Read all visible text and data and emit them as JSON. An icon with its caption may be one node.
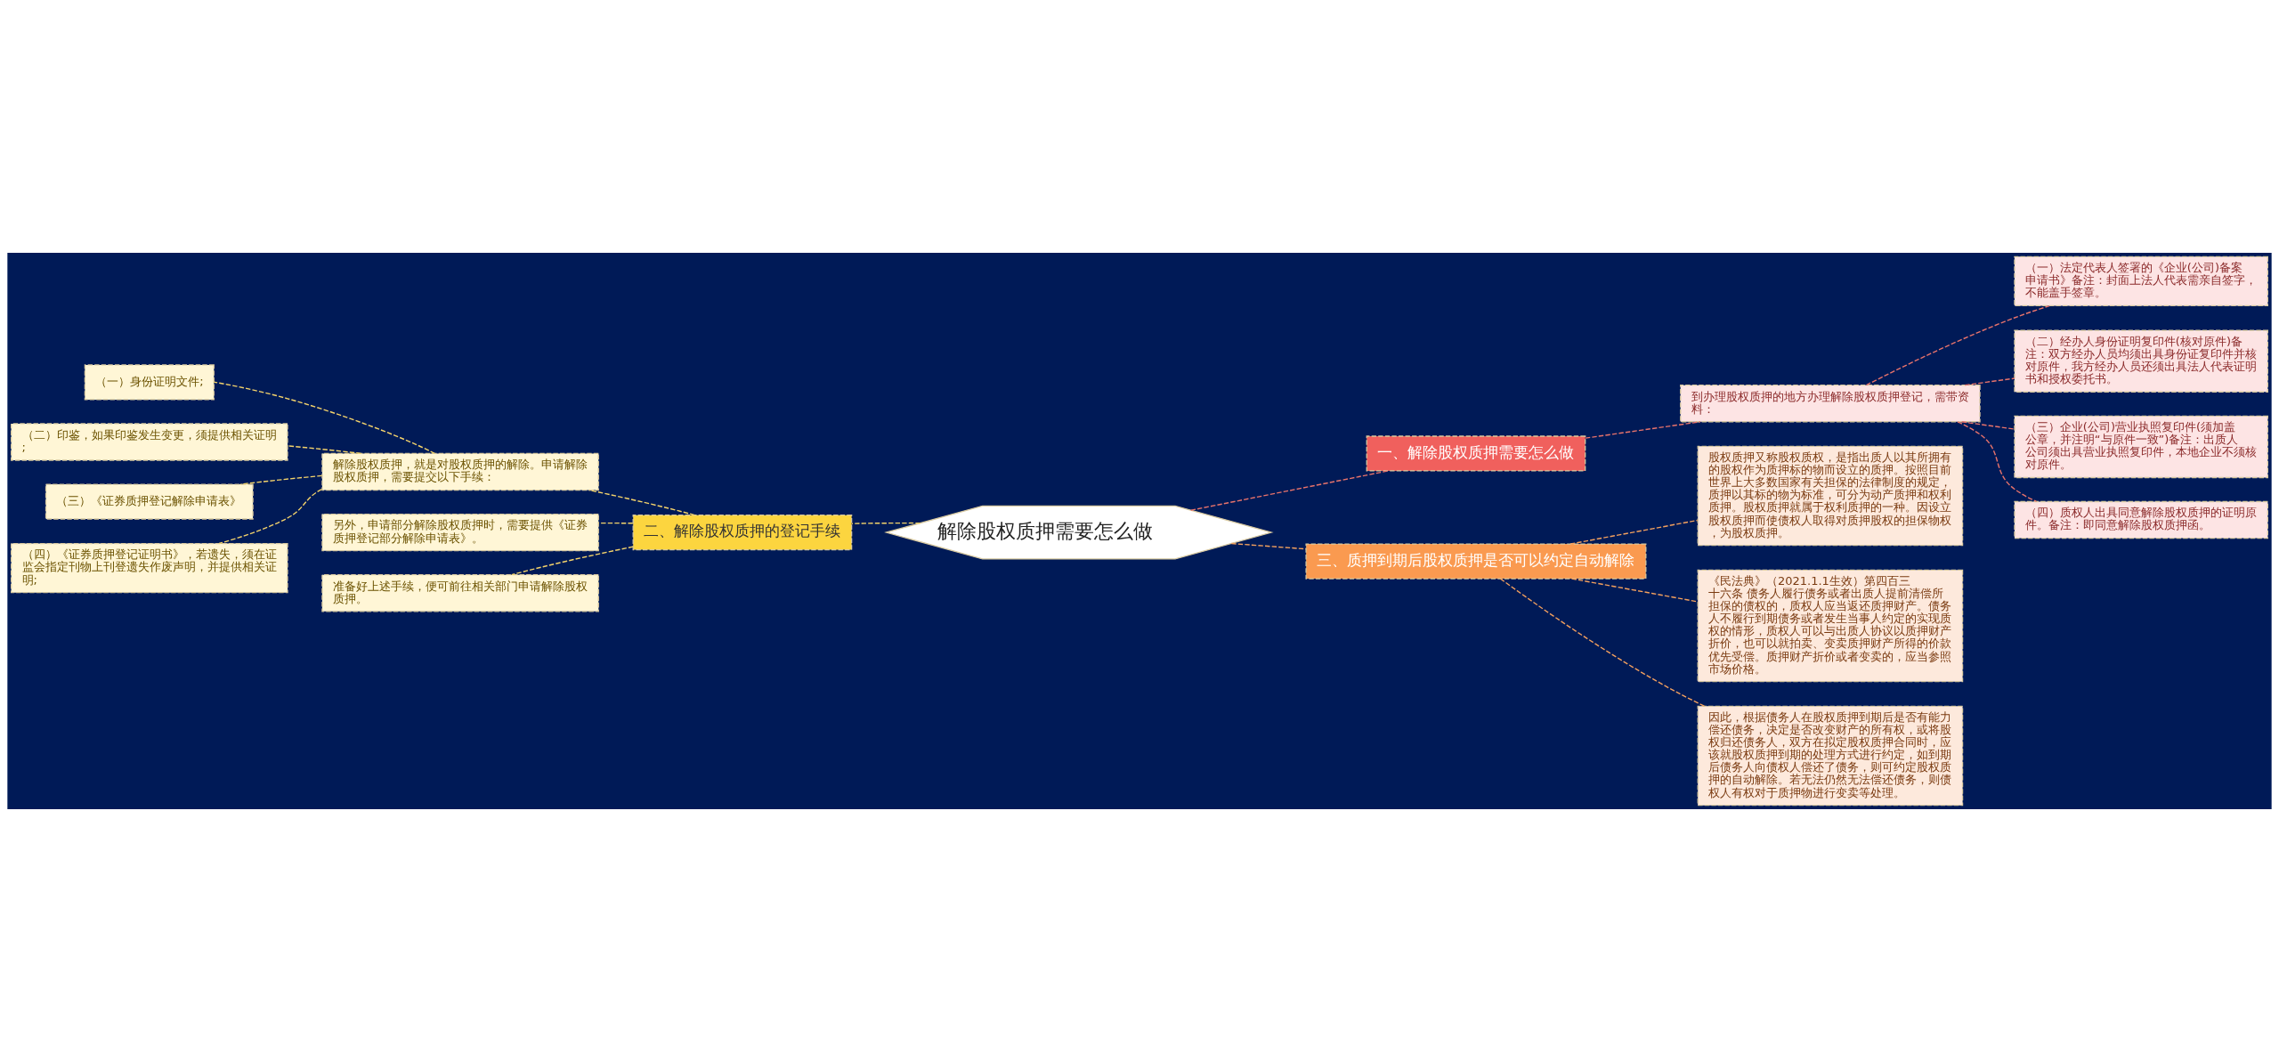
{
  "diagram": {
    "nodes": [
      {
        "text": [
          "解除股权质押需要怎么做"
        ]
      },
      {
        "text": [
          "一、解除股权质押需要怎么做"
        ]
      },
      {
        "text": [
          "到办理股权质押的地方办理解除股权质押登记，需带资料："
        ]
      },
      {
        "text": [
          "（一）法定代表人签署的《企业(公司)备案申请书》备注：封面上法人代表需亲自签字，不能盖手签章。"
        ]
      },
      {
        "text": [
          "（二）经办人身份证明复印件(核对原件)备注：双方经办人员均须出具身份证复印件并核对原件，我方经办人员还须出具法人代表证明书和授权委托书。"
        ]
      },
      {
        "text": [
          "（三）企业(公司)营业执照复印件(须加盖公章，并注明“与原件一致”)备注：出质人公司须出具营业执照复印件，本地企业不须核对原件。"
        ]
      },
      {
        "text": [
          "（四）质权人出具同意解除股权质押的证明原件。备注：即同意解除股权质押函。"
        ]
      },
      {
        "text": [
          "二、解除股权质押的登记手续"
        ]
      },
      {
        "text": [
          "解除股权质押，就是对股权质押的解除。申请解除股权质押，需要提交以下手续："
        ]
      },
      {
        "text": [
          "（一）身份证明文件;"
        ]
      },
      {
        "text": [
          "（二）印鉴，如果印鉴发生变更，须提供相关证明;"
        ]
      },
      {
        "text": [
          "（三）《证券质押登记解除申请表》"
        ]
      },
      {
        "text": [
          "（四）《证券质押登记证明书》，若遗失，须在证监会指定刊物上刊登遗失作废声明，并提供相关证明;"
        ]
      },
      {
        "text": [
          "另外，申请部分解除股权质押时，需要提供《证券质押登记部分解除申请表》。"
        ]
      },
      {
        "text": [
          "准备好上述手续，便可前往相关部门申请解除股权质押。"
        ]
      },
      {
        "text": [
          "三、质押到期后股权质押是否可以约定自动解除"
        ]
      },
      {
        "text": [
          "股权质押又称股权质权，是指出质人以其所拥有的股权作为质押标的物而设立的质押。按照目前世界上大多数国家有关担保的法律制度的规定，质押以其标的物为标准，可分为动产质押和权利质押。股权质押就属于权利质押的一种。因设立股权质押而使债权人取得对质押股权的担保物权，为股权质押。"
        ]
      },
      {
        "text": [
          "《民法典》（2021.1.1生效）第四百三十六条 债务人履行债务或者出质人提前清偿所担保的债权的，质权人应当返还质押财产。债务人不履行到期债务或者发生当事人约定的实现质权的情形，质权人可以与出质人协议以质押财产折价，也可以就拍卖、变卖质押财产所得的价款优先受偿。质押财产折价或者变卖的，应当参照市场价格。"
        ]
      },
      {
        "text": [
          "因此，根据债务人在股权质押到期后是否有能力偿还债务，决定是否改变财产的所有权，或将股权归还债务人，双方在拟定股权质押合同时，应该就股权质押到期的处理方式进行约定，如到期后债务人向债权人偿还了债务，则可约定股权质押的自动解除。若无法仍然无法偿还债务，则债权人有权对于质押物进行变卖等处理。"
        ]
      }
    ],
    "edges": [
      {
        "from": 0,
        "to": 1,
        "arrow": "none",
        "style": "dashed",
        "color": "#e8736b"
      },
      {
        "from": 1,
        "to": 2,
        "arrow": "none",
        "style": "dashed",
        "color": "#e8736b"
      },
      {
        "from": 2,
        "to": 3,
        "arrow": "none",
        "style": "dashed",
        "color": "#e8736b"
      },
      {
        "from": 2,
        "to": 4,
        "arrow": "none",
        "style": "dashed",
        "color": "#e8736b"
      },
      {
        "from": 2,
        "to": 5,
        "arrow": "none",
        "style": "dashed",
        "color": "#e8736b"
      },
      {
        "from": 2,
        "to": 6,
        "arrow": "none",
        "style": "dashed",
        "color": "#e8736b"
      },
      {
        "from": 0,
        "to": 7,
        "arrow": "none",
        "style": "dashed"
      },
      {
        "from": 7,
        "to": 8,
        "arrow": "none",
        "style": "dashed"
      },
      {
        "from": 8,
        "to": 9,
        "arrow": "none",
        "style": "dashed"
      },
      {
        "from": 8,
        "to": 10,
        "arrow": "none",
        "style": "dashed"
      },
      {
        "from": 8,
        "to": 11,
        "arrow": "none",
        "style": "dashed"
      },
      {
        "from": 8,
        "to": 12,
        "arrow": "none",
        "style": "dashed"
      },
      {
        "from": 7,
        "to": 13,
        "arrow": "none",
        "style": "dashed"
      },
      {
        "from": 7,
        "to": 14,
        "arrow": "none",
        "style": "dashed"
      },
      {
        "from": 0,
        "to": 15,
        "arrow": "none",
        "style": "dashed",
        "color": "#f2a05e"
      },
      {
        "from": 15,
        "to": 16,
        "arrow": "none",
        "style": "dashed",
        "color": "#f2a05e"
      },
      {
        "from": 15,
        "to": 17,
        "arrow": "none",
        "style": "dashed",
        "color": "#f2a05e"
      },
      {
        "from": 15,
        "to": 18,
        "arrow": "none",
        "style": "dashed",
        "color": "#f2a05e"
      }
    ]
  }
}
